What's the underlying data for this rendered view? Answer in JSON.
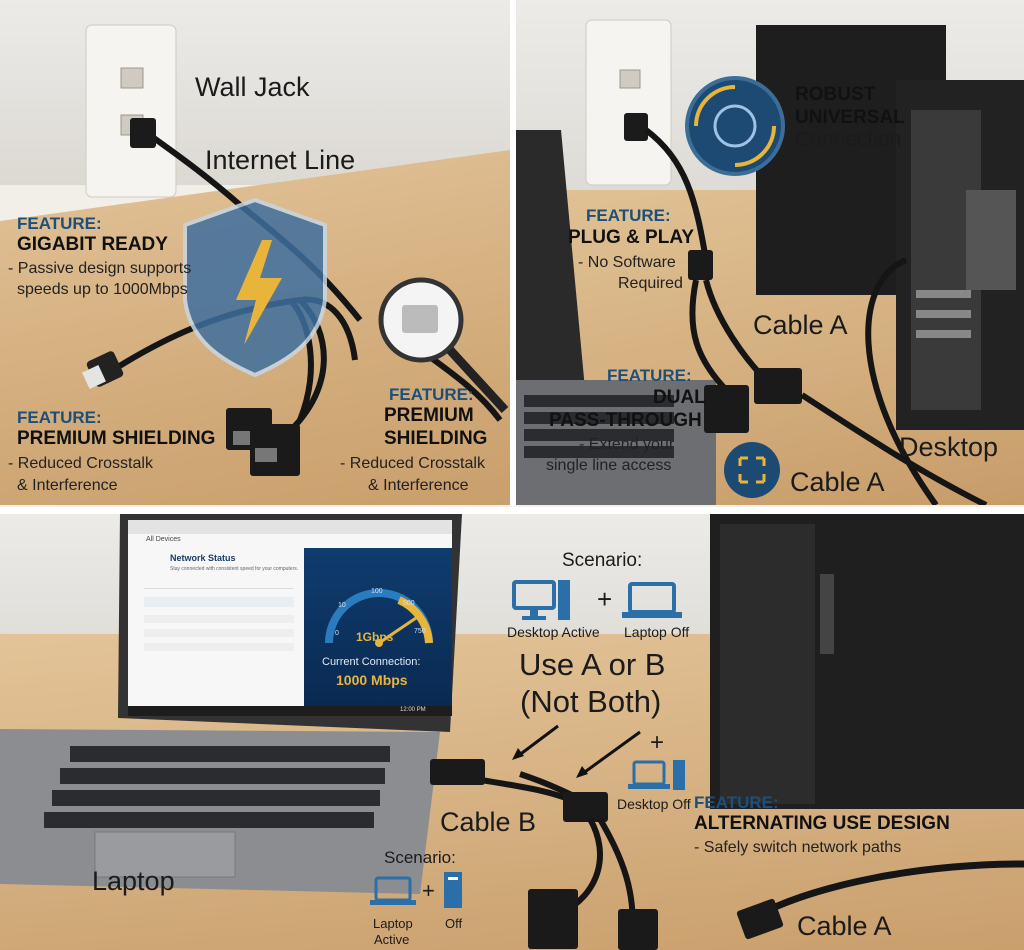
{
  "top_left": {
    "wall_jack": "Wall Jack",
    "internet_line": "Internet Line",
    "gigabit": {
      "feature": "FEATURE:",
      "title": "GIGABIT READY",
      "desc": [
        "- Passive design supports",
        "speeds up to 1000Mbps"
      ]
    },
    "shield_left": {
      "feature": "FEATURE:",
      "title": "PREMIUM SHIELDING",
      "desc": [
        "- Reduced Crosstalk",
        "& Interference"
      ]
    },
    "shield_right": {
      "feature": "FEATURE:",
      "title": [
        "PREMIUM",
        "SHIELDING"
      ],
      "desc": [
        "- Reduced Crosstalk",
        "& Interference"
      ]
    }
  },
  "top_right": {
    "robust": [
      "ROBUST",
      "UNIVERSAL",
      "Connection"
    ],
    "plug": {
      "feature": "FEATURE:",
      "title": "PLUG & PLAY",
      "desc": [
        "- No Software",
        "Required"
      ]
    },
    "cable_a_upper": "Cable A",
    "dual": {
      "feature": "FEATURE:",
      "title": [
        "DUAL",
        "PASS-THROUGH"
      ],
      "desc": [
        "- Extend your",
        "single line access"
      ]
    },
    "desktop": "Desktop",
    "cable_a_lower": "Cable A"
  },
  "bottom": {
    "screen": {
      "app_title": "All Devices",
      "heading": "Network Status",
      "subheading": "Stay connected with consistent speed for your computers.",
      "gauge_value": "1Gbps",
      "gauge_ticks": [
        "0",
        "10",
        "100",
        "500",
        "750"
      ],
      "current_label": "Current Connection:",
      "current_value": "1000 Mbps",
      "taskbar_time": "12:00 PM"
    },
    "scenario_top": {
      "title": "Scenario:",
      "left": "Desktop Active",
      "plus": "+",
      "right": "Laptop Off"
    },
    "use_ab": [
      "Use A or B",
      "(Not Both)"
    ],
    "plus_desktop": "+",
    "desktop_off": "Desktop Off",
    "alternating": {
      "feature": "FEATURE:",
      "title": "ALTERNATING USE DESIGN",
      "desc": "- Safely switch network paths"
    },
    "cable_b": "Cable B",
    "laptop": "Laptop",
    "scenario_bottom": {
      "title": "Scenario:",
      "left": [
        "Laptop",
        "Active"
      ],
      "plus": "+",
      "right": "Off"
    },
    "cable_a": "Cable A"
  },
  "colors": {
    "wall": "#e9e6e1",
    "wood": "#d7b588",
    "navy": "#1e4f7a",
    "icon_blue": "#2a6fa8",
    "gold": "#e8b53a",
    "shield": "#3f6f9e"
  }
}
